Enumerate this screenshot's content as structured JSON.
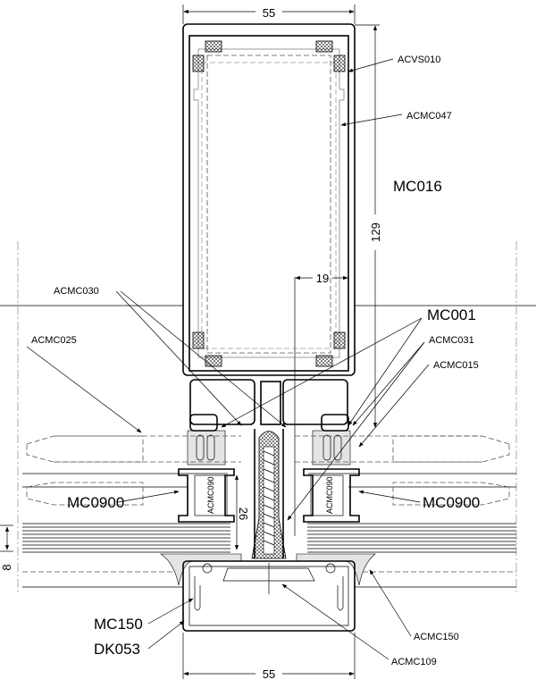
{
  "drawing": {
    "dimensions": {
      "top_width": "55",
      "bottom_width": "55",
      "mullion_depth": "129",
      "offset": "19",
      "spacer_height": "26",
      "glass_thickness": "8"
    },
    "labels": {
      "acvs010": "ACVS010",
      "acmc047": "ACMC047",
      "mc016": "MC016",
      "acmc030": "ACMC030",
      "acmc025": "ACMC025",
      "mc001": "MC001",
      "acmc031": "ACMC031",
      "acmc015": "ACMC015",
      "mc0900_left": "MC0900",
      "mc0900_right": "MC0900",
      "acmc090_left": "ACMC090",
      "acmc090_right": "ACMC090",
      "mc150": "MC150",
      "dk053": "DK053",
      "acmc150": "ACMC150",
      "acmc109": "ACMC109"
    }
  }
}
